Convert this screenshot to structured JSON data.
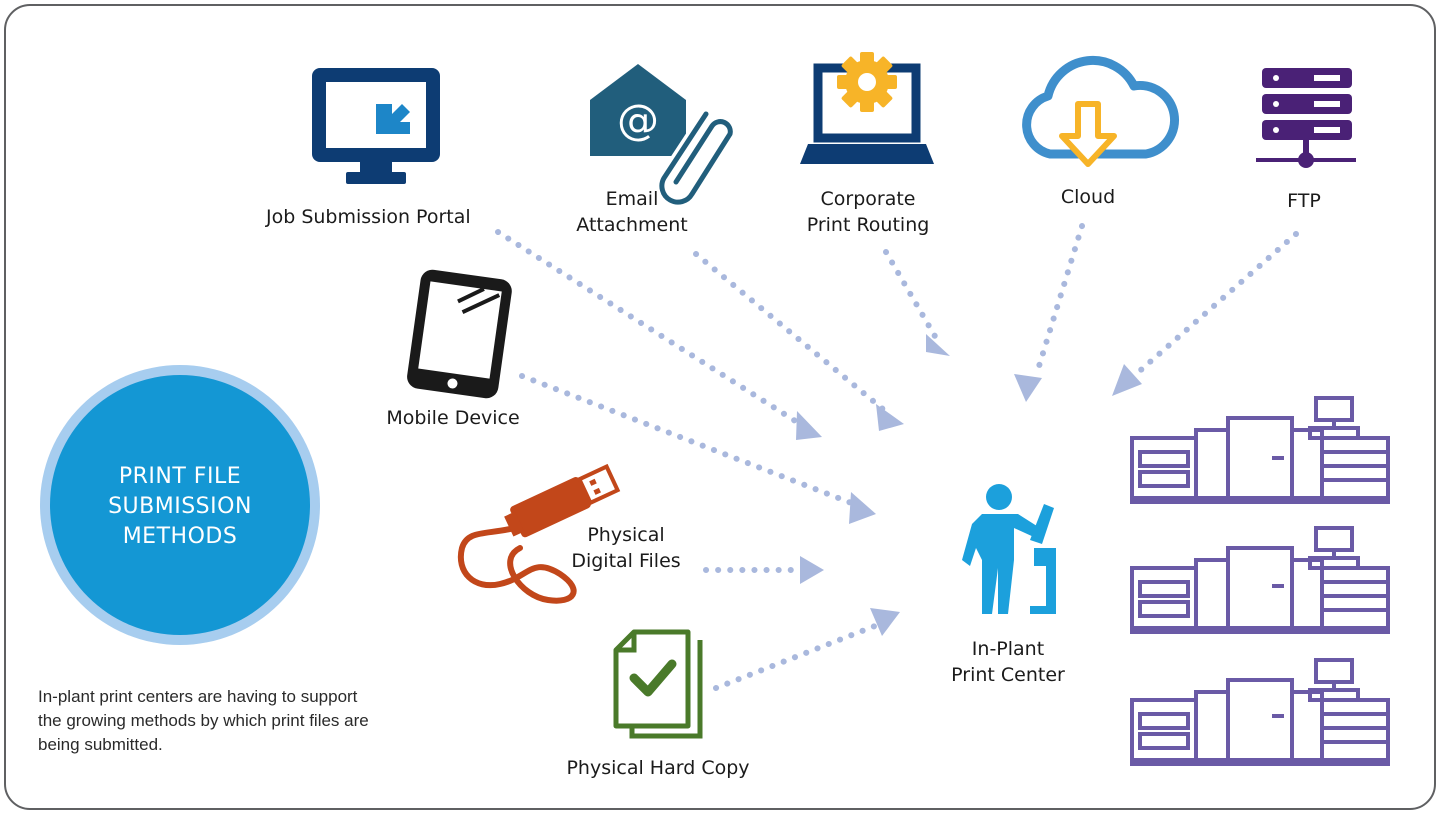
{
  "sources": {
    "portal": "Job Submission Portal",
    "email": "Email\nAttachment",
    "routing": "Corporate\nPrint Routing",
    "cloud": "Cloud",
    "ftp": "FTP",
    "mobile": "Mobile Device",
    "usb": "Physical\nDigital Files",
    "hardcopy": "Physical Hard Copy"
  },
  "center": {
    "label": "In-Plant\nPrint Center"
  },
  "badge": {
    "title": "PRINT FILE\nSUBMISSION\nMETHODS"
  },
  "caption": "In-plant print centers are having to support the growing methods by which print files are being submitted.",
  "icons": {
    "portal": "monitor-download-icon",
    "email": "envelope-paperclip-icon",
    "routing": "laptop-gear-icon",
    "cloud": "cloud-download-icon",
    "ftp": "server-network-icon",
    "mobile": "tablet-icon",
    "usb": "usb-drive-icon",
    "hardcopy": "document-check-icon",
    "operator": "person-kiosk-icon",
    "printer": "production-printer-icon"
  },
  "colors": {
    "navy": "#0d3c73",
    "teal": "#215e7c",
    "gold": "#f7b428",
    "skyblue": "#3f8fcc",
    "purple": "#4a2176",
    "rust": "#c2471a",
    "green": "#4a7a2a",
    "cyan": "#1ca0dc",
    "printer": "#6a5aa6",
    "arrow": "#a9b8dd",
    "badge": "#1497d4",
    "badge_ring": "#a7cdef"
  }
}
